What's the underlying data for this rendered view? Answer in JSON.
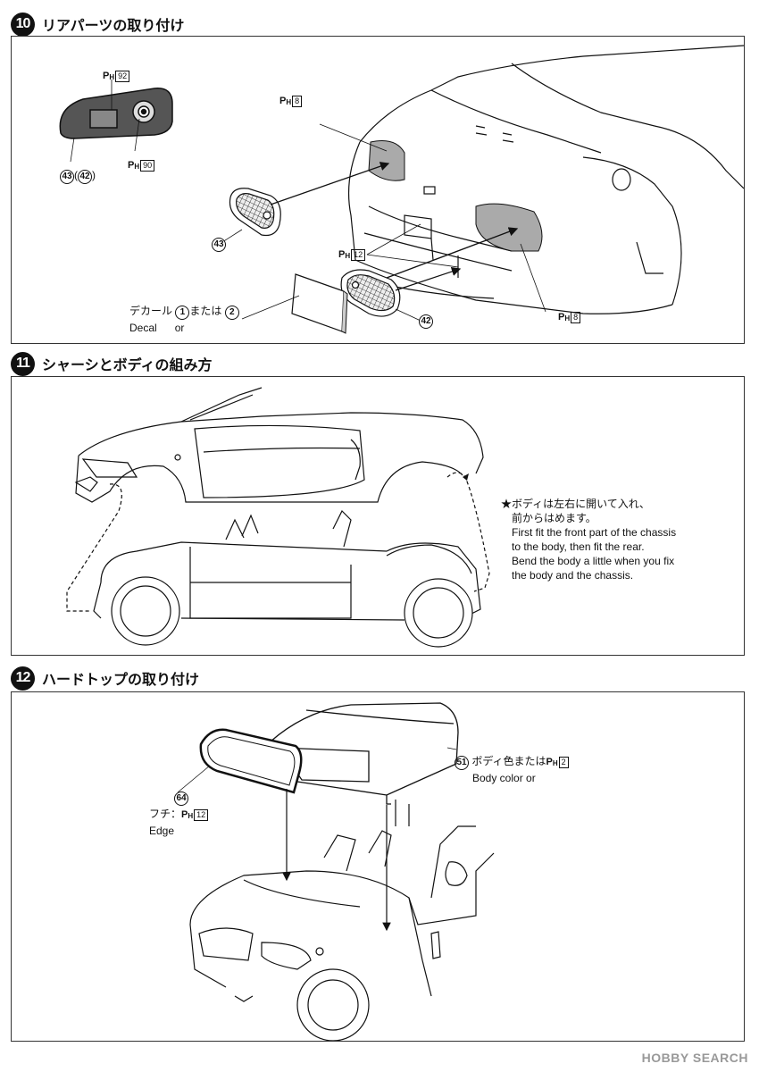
{
  "steps": [
    {
      "number": "10",
      "title": "リアパーツの取り付け"
    },
    {
      "number": "11",
      "title": "シャーシとボディの組み方"
    },
    {
      "number": "12",
      "title": "ハードトップの取り付け"
    }
  ],
  "step10": {
    "ph_main": "P",
    "ph_sub": "H",
    "ph92": "92",
    "ph90": "90",
    "ph8": "8",
    "ph12": "12",
    "part43": "43",
    "part42": "42",
    "decal_jp": "デカール",
    "decal_en": "Decal",
    "decal_opt1": "1",
    "decal_mata": "または",
    "decal_opt2": "2",
    "decal_or": "or"
  },
  "step11": {
    "note_jp1": "★ボディは左右に開いて入れ、",
    "note_jp2": "前からはめます。",
    "note_en1": "First fit the front part of the chassis",
    "note_en2": "to the body, then fit the rear.",
    "note_en3": "Bend the body a little when you fix",
    "note_en4": "the body and the chassis."
  },
  "step12": {
    "part51": "51",
    "body_color_jp": "ボディ色または",
    "ph2": "2",
    "body_color_en": "Body color or",
    "part64": "64",
    "edge_jp": "フチ：",
    "edge_en": "Edge"
  },
  "watermark": {
    "brand": "HOBBY",
    "suffix": "SEARCH"
  }
}
